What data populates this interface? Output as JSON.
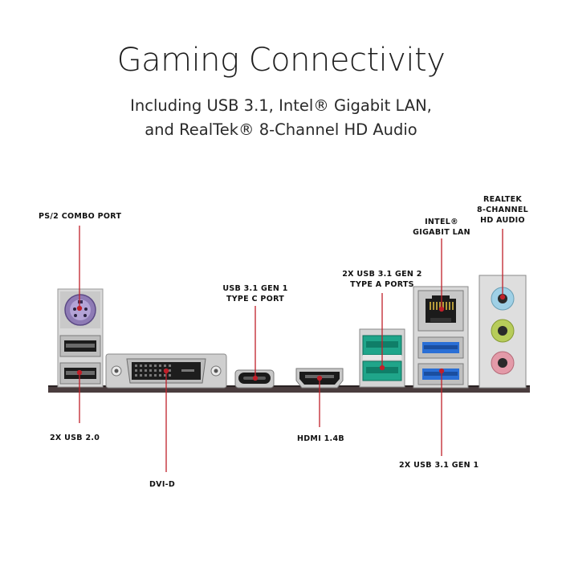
{
  "header": {
    "title": "Gaming Connectivity",
    "subtitle_line1": "Including USB 3.1, Intel® Gigabit LAN,",
    "subtitle_line2": "and RealTek® 8-Channel HD Audio"
  },
  "labels": {
    "ps2": "PS/2 COMBO PORT",
    "usb20": "2X USB 2.0",
    "dvi": "DVI-D",
    "typec_line1": "USB 3.1 GEN 1",
    "typec_line2": "TYPE C PORT",
    "hdmi": "HDMI 1.4B",
    "usbgen2_line1": "2X USB 3.1 GEN 2",
    "usbgen2_line2": "TYPE A PORTS",
    "lan_line1": "INTEL®",
    "lan_line2": "GIGABIT LAN",
    "usbgen1": "2X USB 3.1 GEN 1",
    "audio_line1": "REALTEK",
    "audio_line2": "8-CHANNEL",
    "audio_line3": "HD AUDIO"
  },
  "colors": {
    "callout_line": "#c0202a",
    "ps2_port": "#8e7bb5",
    "usb_gen2": "#1fa58a",
    "usb_gen1": "#2a6fd6",
    "audio_blue": "#9fd0e6",
    "audio_green": "#b7cc5a",
    "audio_pink": "#e39aa8"
  }
}
